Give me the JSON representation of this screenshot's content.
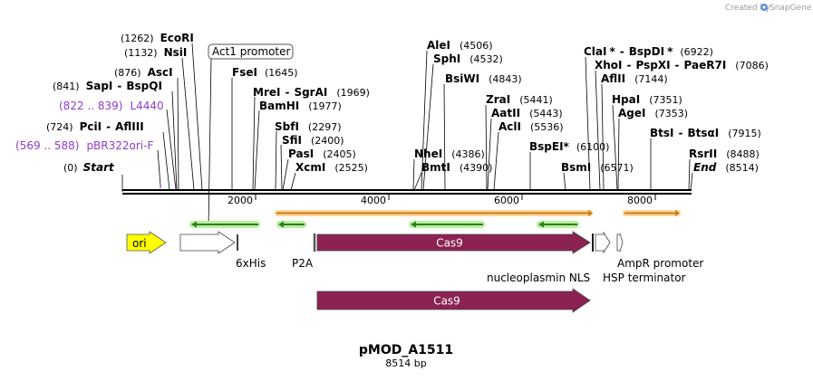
{
  "credit": {
    "prefix": "Created by",
    "brand": "SnapGene"
  },
  "title": "pMOD_A1511",
  "length_label": "8514 bp",
  "axis": {
    "ticks": [
      "2000",
      "4000",
      "6000",
      "8000"
    ]
  },
  "sites": {
    "start": {
      "pos": "(0)",
      "name": "Start"
    },
    "pbr": {
      "pos": "(569 .. 588)",
      "name": "pBR322ori-F"
    },
    "pci": {
      "pos": "(724)",
      "name1": "PciI",
      "sep": "-",
      "name2": "AflIII"
    },
    "l4440": {
      "pos": "(822 .. 839)",
      "name": "L4440"
    },
    "sap": {
      "pos": "(841)",
      "name1": "SapI",
      "sep": "-",
      "name2": "BspQI"
    },
    "asc": {
      "pos": "(876)",
      "name": "AscI"
    },
    "nsi": {
      "pos": "(1132)",
      "name": "NsiI"
    },
    "eco": {
      "pos": "(1262)",
      "name": "EcoRI"
    },
    "act1": {
      "name": "Act1 promoter"
    },
    "fse": {
      "pos": "(1645)",
      "name": "FseI"
    },
    "mre": {
      "pos": "(1969)",
      "name1": "MreI",
      "sep": "-",
      "name2": "SgrAI"
    },
    "bam": {
      "pos": "(1977)",
      "name": "BamHI"
    },
    "sbf": {
      "pos": "(2297)",
      "name": "SbfI"
    },
    "sfi": {
      "pos": "(2400)",
      "name": "SfiI"
    },
    "pas": {
      "pos": "(2405)",
      "name": "PasI"
    },
    "xcm": {
      "pos": "(2525)",
      "name": "XcmI"
    },
    "ale": {
      "pos": "(4506)",
      "name": "AleI"
    },
    "sph": {
      "pos": "(4532)",
      "name": "SphI"
    },
    "bsiw": {
      "pos": "(4843)",
      "name": "BsiWI"
    },
    "nhe": {
      "pos": "(4386)",
      "name": "NheI"
    },
    "bmt": {
      "pos": "(4390)",
      "name": "BmtI"
    },
    "zra": {
      "pos": "(5441)",
      "name": "ZraI"
    },
    "aat": {
      "pos": "(5443)",
      "name": "AatII"
    },
    "acl": {
      "pos": "(5536)",
      "name": "AclI"
    },
    "bspe": {
      "pos": "(6100)",
      "name": "BspEI",
      "star": "*"
    },
    "bsm": {
      "pos": "(6571)",
      "name": "BsmI"
    },
    "cla": {
      "pos": "(6922)",
      "name1": "ClaI",
      "star1": "*",
      "sep": "-",
      "name2": "BspDI",
      "star2": "*"
    },
    "xho": {
      "pos": "(7086)",
      "name1": "XhoI",
      "sep1": "-",
      "name2": "PspXI",
      "sep2": "-",
      "name3": "PaeR7I"
    },
    "afl2": {
      "pos": "(7144)",
      "name": "AflII"
    },
    "hpa": {
      "pos": "(7351)",
      "name": "HpaI"
    },
    "age": {
      "pos": "(7353)",
      "name": "AgeI"
    },
    "bts": {
      "pos": "(7915)",
      "name1": "BtsI",
      "sep": "-",
      "name2": "BtsαI"
    },
    "rsr": {
      "pos": "(8488)",
      "name": "RsrII"
    },
    "end": {
      "pos": "(8514)",
      "name": "End"
    }
  },
  "features": {
    "ori": "ori",
    "his": "6xHis",
    "p2a": "P2A",
    "cas9": "Cas9",
    "cas9_orf": "Cas9",
    "nls": "nucleoplasmin NLS",
    "hsp": "HSP terminator",
    "ampr": "AmpR promoter"
  },
  "colors": {
    "cas9": "#8b2252",
    "ori": "#ffff00",
    "primer_arrow": "#2e7d1f",
    "primer_halo": "#b7f0a0",
    "orf_arrow": "#c97b1a",
    "orf_halo": "#ffd79a",
    "purple": "#8e3ccb"
  }
}
